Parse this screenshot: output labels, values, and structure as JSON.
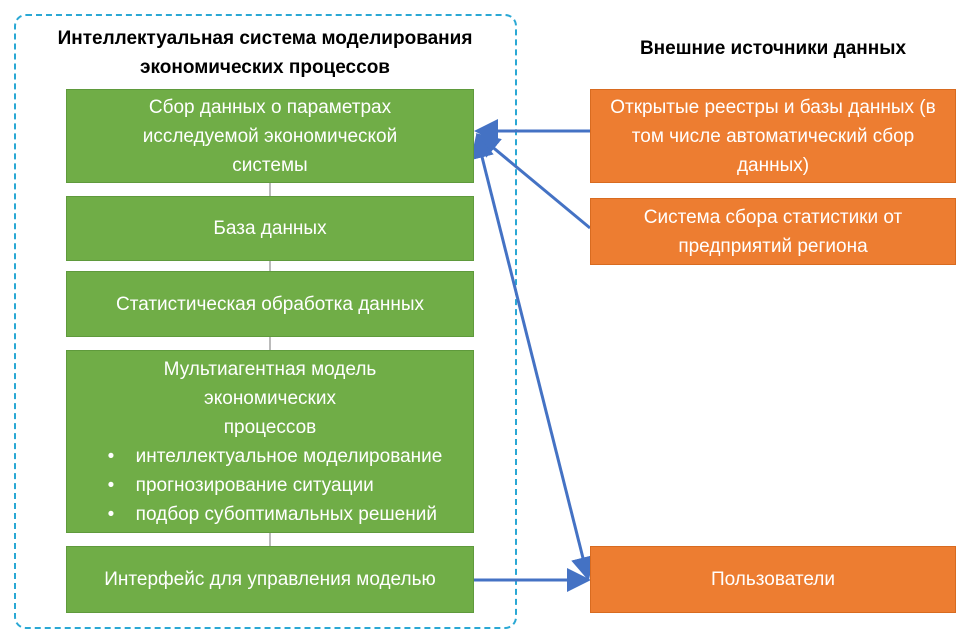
{
  "system": {
    "title": "Интеллектуальная система моделирования экономических процессов",
    "boxes": [
      "Сбор данных о параметрах исследуемой экономической системы",
      "База данных",
      "Статистическая обработка данных"
    ],
    "model": {
      "title": "Мультиагентная модель экономических процессов",
      "items": [
        "интеллектуальное моделирование",
        "прогнозирование ситуации",
        "подбор субоптимальных решений"
      ]
    },
    "interface": "Интерфейс для управления моделью"
  },
  "external": {
    "title": "Внешние источники данных",
    "boxes": [
      "Открытые реестры и базы данных (в том числе автоматический сбор данных)",
      "Система сбора статистики от предприятий региона",
      "Пользователи"
    ]
  },
  "colors": {
    "green": "#70ad47",
    "orange": "#ed7d31",
    "arrow": "#4472c4",
    "frame": "#2aa8d4"
  }
}
